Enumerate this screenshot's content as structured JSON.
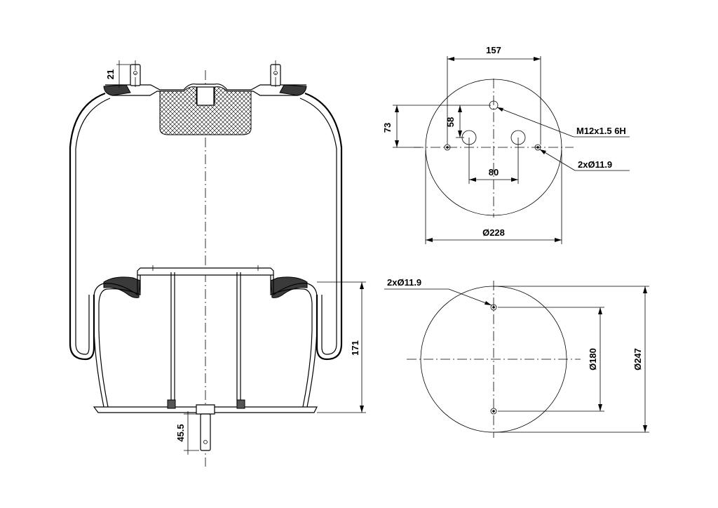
{
  "dimensions": {
    "stud_height": "21",
    "top_plate_width": "157",
    "stud_offset_73": "73",
    "thread_offset_58": "58",
    "thread_spec": "M12x1.5 6H",
    "top_holes": "2xØ11.9",
    "stud_spacing": "80",
    "top_diameter": "Ø228",
    "bottom_holes": "2xØ11.9",
    "bottom_hole_circle": "Ø180",
    "bottom_diameter": "Ø247",
    "piston_height": "171",
    "bottom_stud_length": "45.5"
  },
  "colors": {
    "line": "#000000",
    "rubber": "#3a3a3a",
    "background": "#ffffff"
  }
}
